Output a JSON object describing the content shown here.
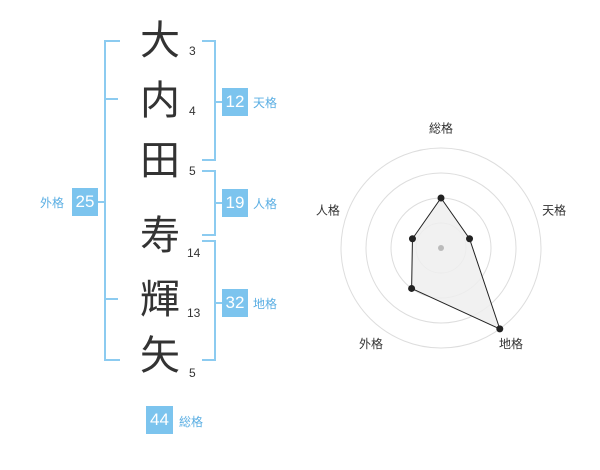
{
  "name": {
    "characters": [
      {
        "char": "大",
        "strokes": "3"
      },
      {
        "char": "内",
        "strokes": "4"
      },
      {
        "char": "田",
        "strokes": "5"
      },
      {
        "char": "寿",
        "strokes": "14"
      },
      {
        "char": "輝",
        "strokes": "13"
      },
      {
        "char": "矢",
        "strokes": "5"
      }
    ]
  },
  "kaku": {
    "tenkaku": {
      "value": "12",
      "label": "天格"
    },
    "jinkaku": {
      "value": "19",
      "label": "人格"
    },
    "chikaku": {
      "value": "32",
      "label": "地格"
    },
    "gaikaku": {
      "value": "25",
      "label": "外格"
    },
    "soukaku": {
      "value": "44",
      "label": "総格"
    }
  },
  "radar": {
    "axes": [
      "総格",
      "天格",
      "地格",
      "外格",
      "人格"
    ],
    "values": [
      0.5,
      0.3,
      1.0,
      0.5,
      0.3
    ],
    "max": 1.0,
    "rings": 4,
    "colors": {
      "ring": "#dddddd",
      "fill": "#eeeeee",
      "line": "#222222",
      "center": "#bbbbbb"
    }
  },
  "colors": {
    "accent": "#7cc4ee",
    "bracket": "#8ccbf0",
    "label": "#5aaee3"
  }
}
